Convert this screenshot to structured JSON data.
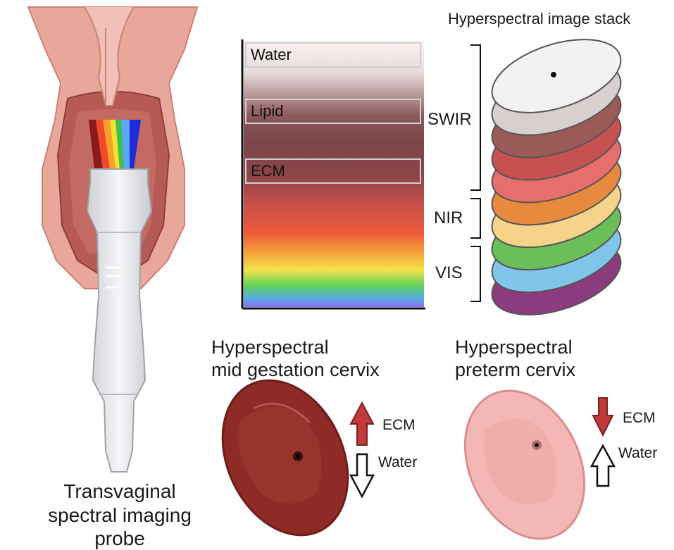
{
  "stack_title": "Hyperspectral image stack",
  "spectrum_bands": [
    "Water",
    "Lipid",
    "ECM"
  ],
  "stack_groups": [
    "SWIR",
    "NIR",
    "VIS"
  ],
  "probe_caption": [
    "Transvaginal",
    "spectral imaging",
    "probe"
  ],
  "mid_title": [
    "Hyperspectral",
    "mid gestation cervix"
  ],
  "preterm_title": [
    "Hyperspectral",
    "preterm cervix"
  ],
  "mid_indicators": {
    "ecm": "ECM",
    "water": "Water"
  },
  "preterm_indicators": {
    "ecm": "ECM",
    "water": "Water"
  },
  "colors": {
    "tissue": "#e9a79b",
    "tissue_dark": "#b65a55",
    "probe": "#e8e9ec",
    "mid_cervix": "#8e2b27",
    "preterm_cervix": "#f3b8b5",
    "arrow_red": "#c0393b"
  },
  "stack_disc_colors": [
    "#8b3b7e",
    "#7fc6ea",
    "#6bbf5a",
    "#f5d48a",
    "#e88a3e",
    "#e66f6e",
    "#c75050",
    "#9a5a58",
    "#d8cfcf",
    "#f2f2f2"
  ]
}
